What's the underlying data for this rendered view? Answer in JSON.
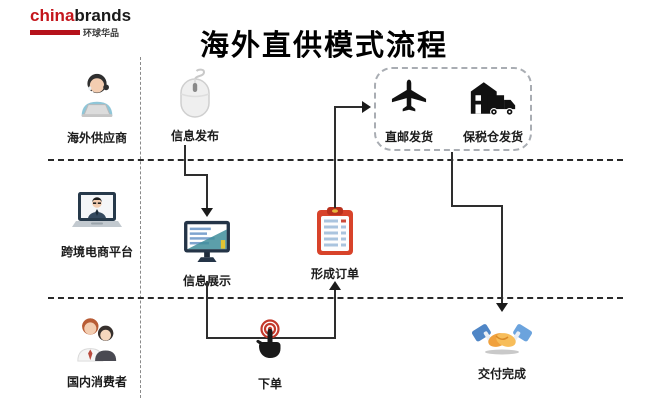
{
  "logo": {
    "brand_primary": "china",
    "brand_secondary": "brands",
    "tagline": "环球华品"
  },
  "title": "海外直供模式流程",
  "lanes": [
    {
      "label": "海外供应商"
    },
    {
      "label": "跨境电商平台"
    },
    {
      "label": "国内消费者"
    }
  ],
  "nodes": {
    "publish": {
      "label": "信息发布"
    },
    "direct_mail": {
      "label": "直邮发货"
    },
    "bonded": {
      "label": "保税仓发货"
    },
    "display": {
      "label": "信息展示"
    },
    "order": {
      "label": "形成订单"
    },
    "place_order": {
      "label": "下单"
    },
    "delivery": {
      "label": "交付完成"
    }
  },
  "colors": {
    "brand_red": "#c4161c",
    "connector": "#2e2e2e",
    "clipboard_red": "#d8432a",
    "handshake_blue": "#4f86c6",
    "handshake_orange": "#f0a13e",
    "click_red": "#c3392b"
  }
}
